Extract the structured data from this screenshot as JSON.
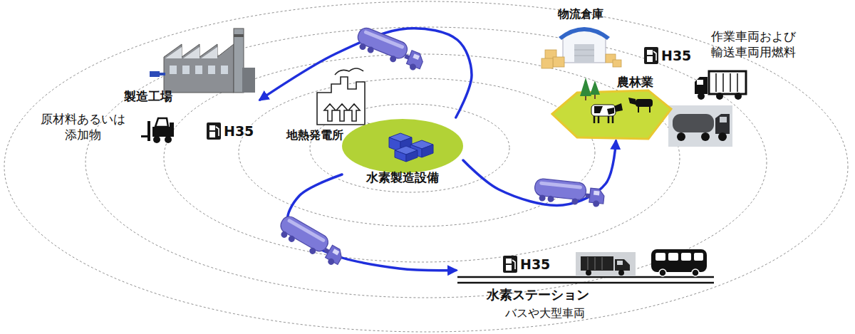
{
  "diagram": {
    "nodes": [
      {
        "text": [
          "物流倉庫"
        ]
      },
      {
        "text": [
          "製造工場"
        ]
      },
      {
        "text": [
          "農林業"
        ]
      },
      {
        "text": [
          "水素製造設備"
        ]
      },
      {
        "text": [
          "水素ステーション",
          "バスや大型車両"
        ]
      }
    ],
    "edges": [
      {
        "from": 3,
        "to": 1,
        "arrow": "to"
      },
      {
        "from": 3,
        "to": 2,
        "arrow": "to"
      },
      {
        "from": 3,
        "to": 4,
        "arrow": "to"
      }
    ],
    "labels": [
      "作業車両および 輸送車両用燃料",
      "H35",
      "原材料あるいは 添加物",
      "H35",
      "地熱発電所",
      "H35"
    ]
  }
}
